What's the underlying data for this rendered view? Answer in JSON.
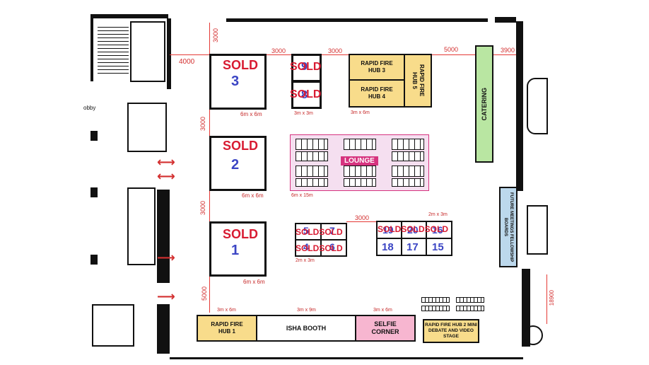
{
  "dimensions": {
    "top_3000_a": "3000",
    "top_3000_b": "3000",
    "top_5000": "5000",
    "top_3900": "3900",
    "top_4000": "4000",
    "left_3000_top": "3000",
    "left_3000_mid": "3000",
    "left_3000_low": "3000",
    "left_5000": "5000",
    "mid_3000": "3000",
    "right_18900": "18900"
  },
  "labels": {
    "lobby": "obby"
  },
  "booths": {
    "b3": {
      "sold": "SOLD",
      "num": "3",
      "size": "6m x 6m"
    },
    "b2": {
      "sold": "SOLD",
      "num": "2",
      "size": "6m x 6m"
    },
    "b1": {
      "sold": "SOLD",
      "num": "1",
      "size": "6m x 6m"
    }
  },
  "pair_9_8": {
    "top_sold": "SOLD",
    "top_num": "9",
    "bottom_sold": "SOLD",
    "bottom_num": "8",
    "size": "3m x 3m"
  },
  "grid_small": {
    "top_sold": "SOLDSOLD",
    "bottom_sold": "SOLDSOLD",
    "nums": [
      "5",
      "7",
      "4",
      "6"
    ],
    "size": "2m x 3m"
  },
  "grid_right": {
    "top_sold": "SOLDSOLDSOLD",
    "top_nums": [
      "19",
      "20",
      "16"
    ],
    "bottom_nums": [
      "18",
      "17",
      "15"
    ],
    "size": "2m x 3m"
  },
  "lounge": {
    "label": "LOUNGE",
    "size": "6m x 15m",
    "accent": "#d6337f",
    "fill": "#f5dff0"
  },
  "rapid_fire": {
    "hub3": "RAPID FIRE HUB 3",
    "hub4": "RAPID FIRE HUB 4",
    "hub5": "RAPID FIRE HUB 5",
    "block_size": "3m x 6m",
    "hub1": "RAPID FIRE HUB 1",
    "hub1_size": "3m x 6m",
    "hub2": "RAPID FIRE HUB 2 MINI DEBATE AND VIDEO STAGE",
    "color": "#f8dc8b"
  },
  "catering": {
    "label": "CATERING",
    "color": "#b9e6a2"
  },
  "future_meetings": {
    "label": "FUTURE MEETINGS FELLOWSHIP BOARDS",
    "color": "#bcd8ec"
  },
  "isha_booth": {
    "label": "ISHA BOOTH",
    "size": "3m x 9m"
  },
  "selfie": {
    "label": "SELFIE CORNER",
    "size": "3m x 6m",
    "color": "#f7b6d0"
  }
}
